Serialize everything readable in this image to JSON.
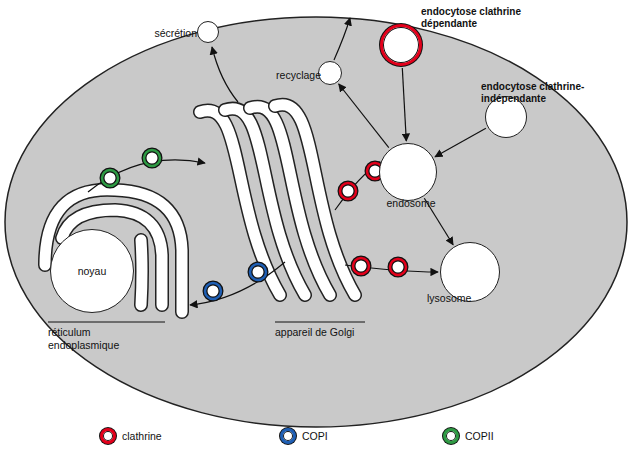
{
  "diagram": {
    "nodes": [
      {
        "text": [
          "noyau"
        ]
      },
      {
        "text": [
          "endosome"
        ]
      },
      {
        "text": [
          "lysosome"
        ]
      },
      {
        "text": [
          "sécrétion"
        ]
      },
      {
        "text": [
          "recyclage"
        ]
      },
      {
        "text": [
          "endocytose clathrine dépendante"
        ]
      },
      {
        "text": [
          "endocytose clathrine-indépendante"
        ]
      }
    ],
    "edges": [
      {
        "from": 5,
        "to": 1,
        "arrow": "to"
      },
      {
        "from": 6,
        "to": 1,
        "arrow": "to"
      },
      {
        "from": 1,
        "to": 4,
        "arrow": "to"
      },
      {
        "from": 1,
        "to": 2,
        "arrow": "to"
      }
    ],
    "labels": [
      "réticulum endoplasmique",
      "appareil de Golgi"
    ],
    "legend": [
      {
        "text": "clathrine",
        "color": "#e3001b"
      },
      {
        "text": "COPI",
        "color": "#1f5fb4"
      },
      {
        "text": "COPII",
        "color": "#2e9a44"
      }
    ]
  }
}
